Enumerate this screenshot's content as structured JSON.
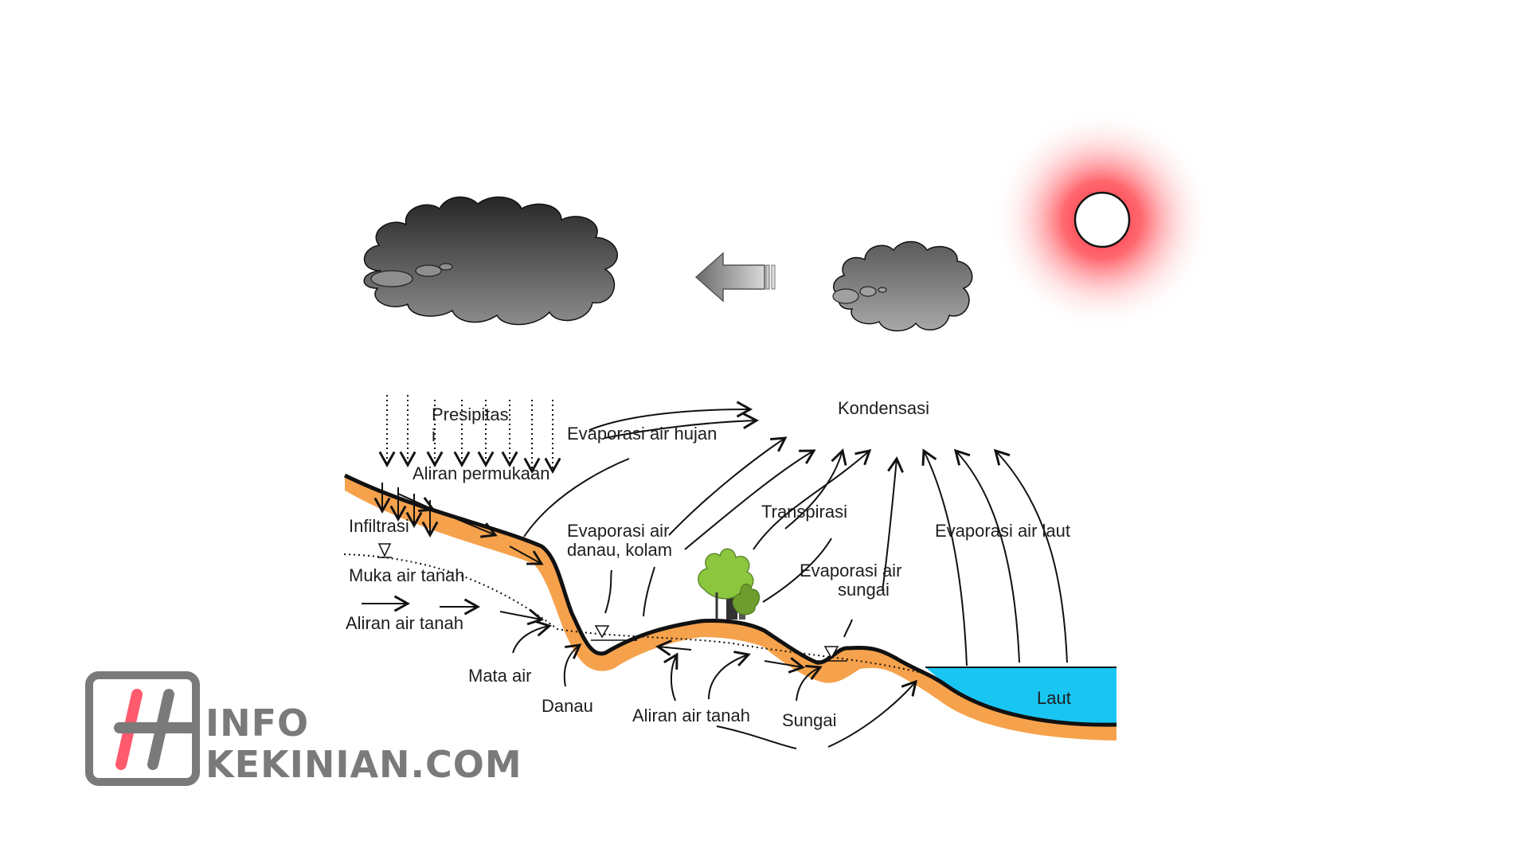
{
  "diagram": {
    "labels": {
      "kondensasi": "Kondensasi",
      "presipitasi_line1": "Presipitas",
      "presipitasi_line2": "i",
      "evaporasi_air_hujan": "Evaporasi air hujan",
      "aliran_permukaan": "Aliran permukaan",
      "infiltrasi": "Infiltrasi",
      "evaporasi_danau_line1": "Evaporasi air",
      "evaporasi_danau_line2": "danau, kolam",
      "transpirasi": "Transpirasi",
      "evaporasi_air_laut": "Evaporasi air laut",
      "muka_air_tanah": "Muka air tanah",
      "evaporasi_sungai_line1": "Evaporasi air",
      "evaporasi_sungai_line2": "sungai",
      "aliran_air_tanah_left": "Aliran air tanah",
      "mata_air": "Mata air",
      "danau": "Danau",
      "aliran_air_tanah_bottom": "Aliran air tanah",
      "sungai": "Sungai",
      "laut": "Laut"
    },
    "colors": {
      "soil": "#f6a24c",
      "sea": "#19c6f2",
      "sun_glow": "#ff4d55",
      "tree": "#8cc63f",
      "cloud_dark": "#3c3c3c",
      "cloud_light": "#8a8a8a"
    }
  },
  "watermark": {
    "line1": "INFO",
    "line2": "KEKINIAN.COM",
    "logo_icon": "hashtag-logo-icon",
    "colors": {
      "frame": "#7a7a7a",
      "accent": "#ff5a6e"
    }
  }
}
